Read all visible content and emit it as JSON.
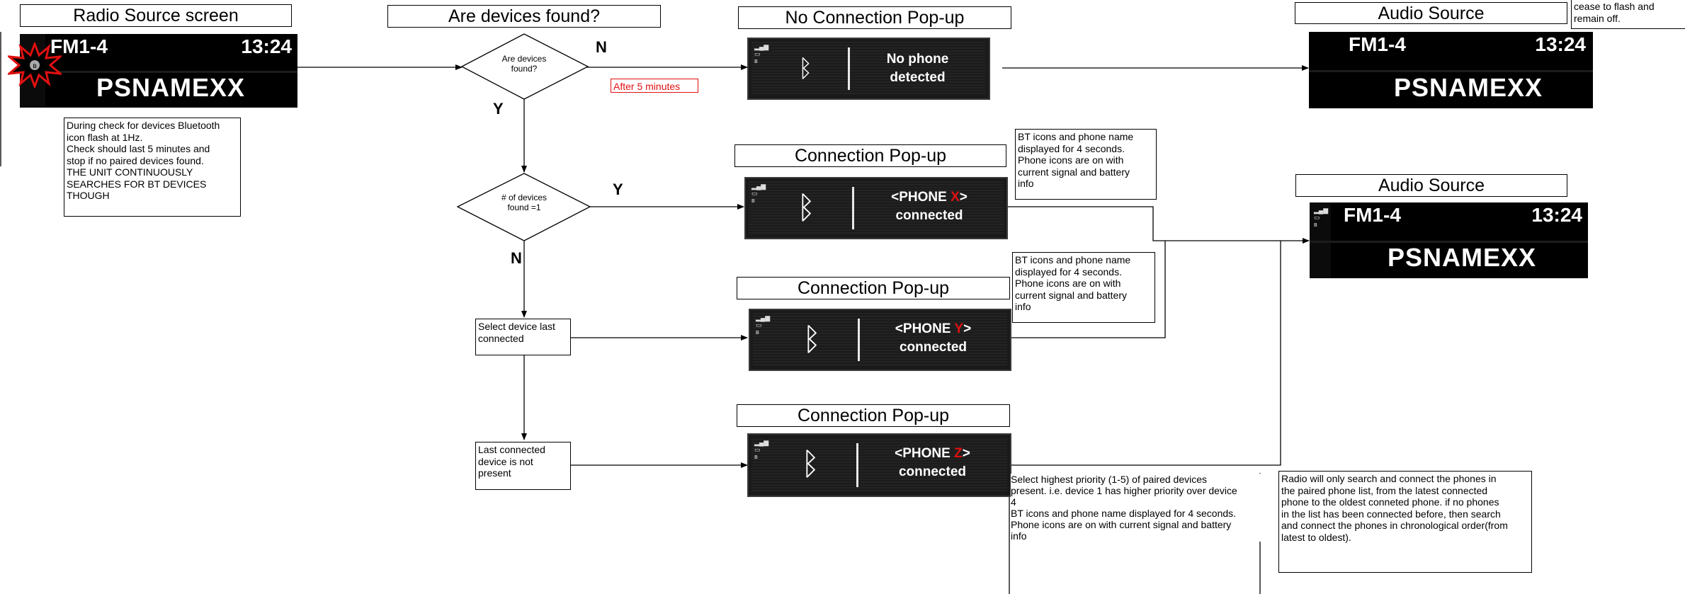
{
  "titles": {
    "radio_source": "Radio Source screen",
    "are_devices_found": "Are devices found?",
    "no_connection": "No Connection Pop-up",
    "audio_source_top": "Audio Source",
    "connection_1": "Connection Pop-up",
    "connection_2": "Connection Pop-up",
    "connection_3": "Connection Pop-up",
    "audio_source_bottom": "Audio Source"
  },
  "radio_screen": {
    "band": "FM1-4",
    "time": "13:24",
    "station": "PSNAMEXX"
  },
  "audio_screen_top": {
    "band": "FM1-4",
    "time": "13:24",
    "station": "PSNAMEXX"
  },
  "audio_screen_bottom": {
    "band": "FM1-4",
    "time": "13:24",
    "station": "PSNAMEXX"
  },
  "notes": {
    "searching": "During check for devices Bluetooth\nicon flash at 1Hz.\nCheck should last 5 minutes and\nstop if no paired devices found.\nTHE UNIT CONTINUOUSLY\nSEARCHES FOR BT DEVICES\nTHOUGH",
    "flash_off": "cease to flash and\nremain off.",
    "bt_icons_1": "BT icons and phone name\ndisplayed for 4 seconds.\nPhone icons are on with\ncurrent signal and battery\ninfo",
    "bt_icons_2": "BT icons and phone name\ndisplayed for 4 seconds.\nPhone icons are on with\ncurrent signal and battery\ninfo",
    "priority": "Select highest priority (1-5) of paired devices\npresent. i.e. device 1 has higher priority over device\n4\nBT icons and phone name displayed for 4 seconds.\nPhone icons are on with current signal and battery\ninfo",
    "radio_search": "Radio will only search and connect the phones in\nthe paired phone list, from the latest connected\nphone to the oldest conneted phone. if no phones\nin the list has been connected before, then search\nand connect the phones in chronological order(from\nlatest to oldest).",
    "after_5_minutes": "After 5 minutes"
  },
  "decisions": {
    "are_devices_found": "Are devices\nfound?",
    "num_devices": "# of devices\nfound =1"
  },
  "process": {
    "select_last": "Select device last\nconnected",
    "last_not_present": "Last connected\ndevice is not\npresent"
  },
  "branch_labels": {
    "n1": "N",
    "y1": "Y",
    "y2": "Y",
    "n2": "N"
  },
  "popups": {
    "no_phone": {
      "line1": "No phone",
      "line2": "detected"
    },
    "phone_x": {
      "prefix": "<PHONE ",
      "id": "X",
      "suffix": ">",
      "line2": "connected"
    },
    "phone_y": {
      "prefix": "<PHONE ",
      "id": "Y",
      "suffix": ">",
      "line2": "connected"
    },
    "phone_z": {
      "prefix": "<PHONE ",
      "id": "Z",
      "suffix": ">",
      "line2": "connected"
    }
  },
  "colors": {
    "highlight": "#e01010",
    "screen_bg": "#000000",
    "popup_bg": "#1a1a1a"
  },
  "icons": {
    "bluetooth": "bluetooth-icon",
    "signal": "signal-icon",
    "battery": "battery-icon",
    "burst": "flash-burst-icon"
  }
}
